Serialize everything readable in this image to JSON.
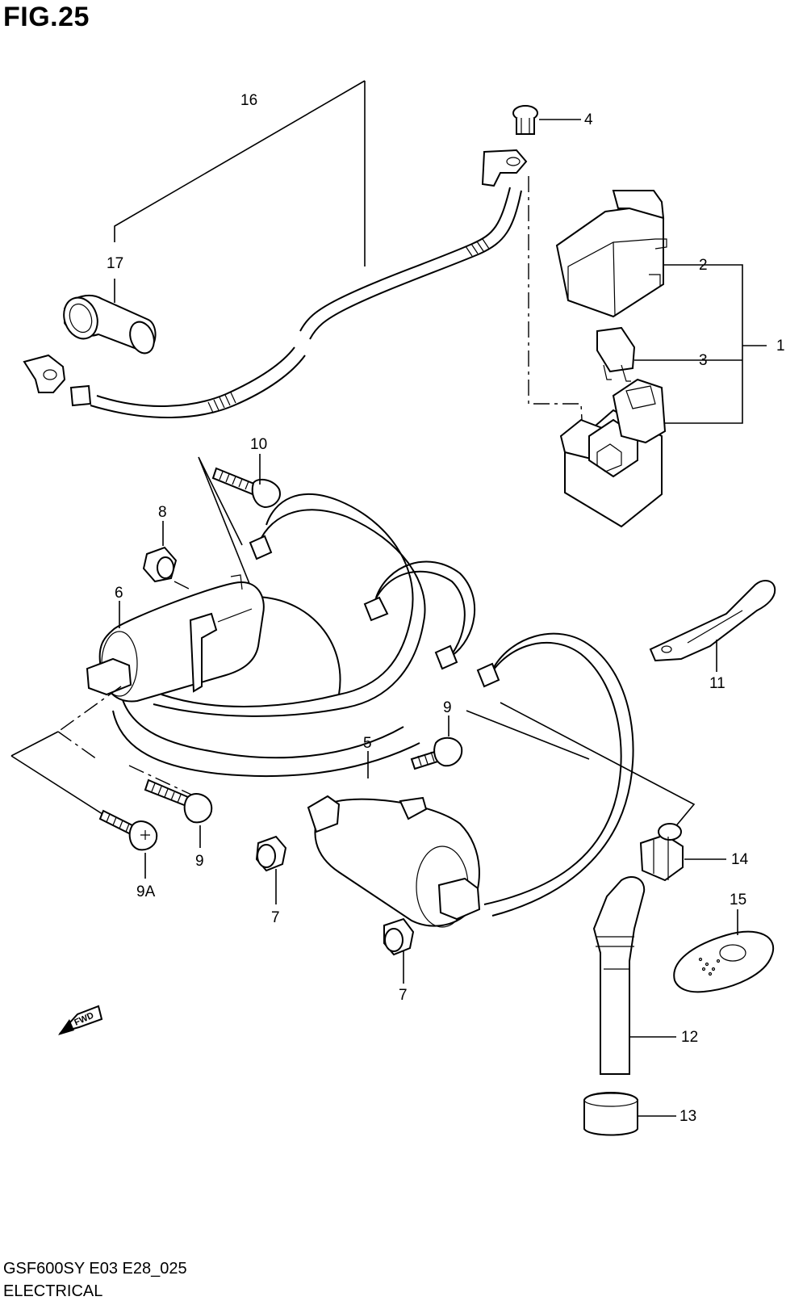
{
  "header": {
    "figure_title": "FIG.25"
  },
  "footer": {
    "model_code": "GSF600SY E03 E28_025",
    "section_name": "ELECTRICAL"
  },
  "fwd_badge": "FWD",
  "callouts": {
    "c1": "1",
    "c2": "2",
    "c3": "3",
    "c4": "4",
    "c5": "5",
    "c6": "6",
    "c7a": "7",
    "c7b": "7",
    "c8": "8",
    "c9a": "9",
    "c9b": "9",
    "c9A": "9A",
    "c10": "10",
    "c11": "11",
    "c12": "12",
    "c13": "13",
    "c14": "14",
    "c15": "15",
    "c16": "16",
    "c17": "17"
  }
}
